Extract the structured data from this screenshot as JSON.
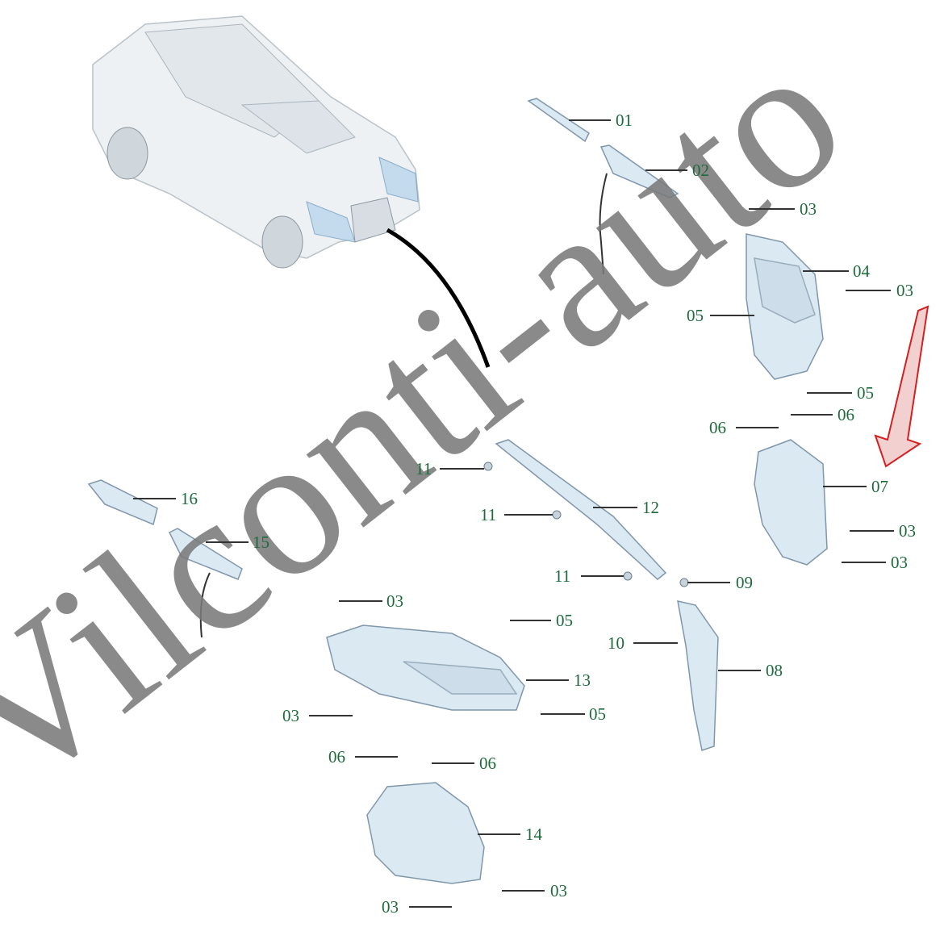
{
  "diagram": {
    "watermark": "Vilconti-auto",
    "colors": {
      "label": "#1d6b3c",
      "arrow": "#d42020",
      "watermark": "#7a7a7a"
    },
    "callouts": [
      "01",
      "02",
      "03",
      "04",
      "03",
      "05",
      "05",
      "06",
      "06",
      "07",
      "03",
      "03",
      "11",
      "11",
      "12",
      "11",
      "09",
      "10",
      "08",
      "16",
      "15",
      "03",
      "05",
      "13",
      "03",
      "05",
      "06",
      "06",
      "14",
      "03",
      "03"
    ]
  }
}
